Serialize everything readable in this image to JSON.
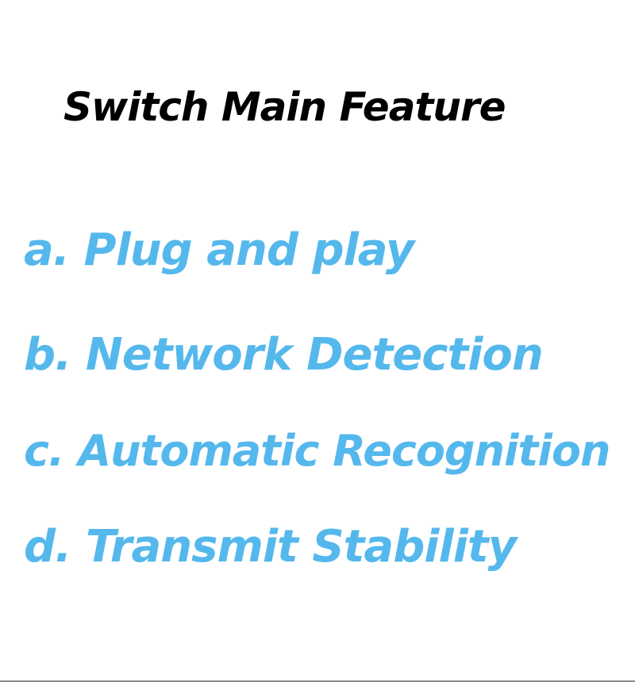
{
  "title": "Switch Main Feature",
  "features": [
    "a. Plug and play",
    "b. Network Detection",
    "c. Automatic Recognition",
    "d. Transmit Stability"
  ],
  "colors": {
    "title": "#000000",
    "feature": "#55b8ec",
    "background": "#ffffff"
  }
}
